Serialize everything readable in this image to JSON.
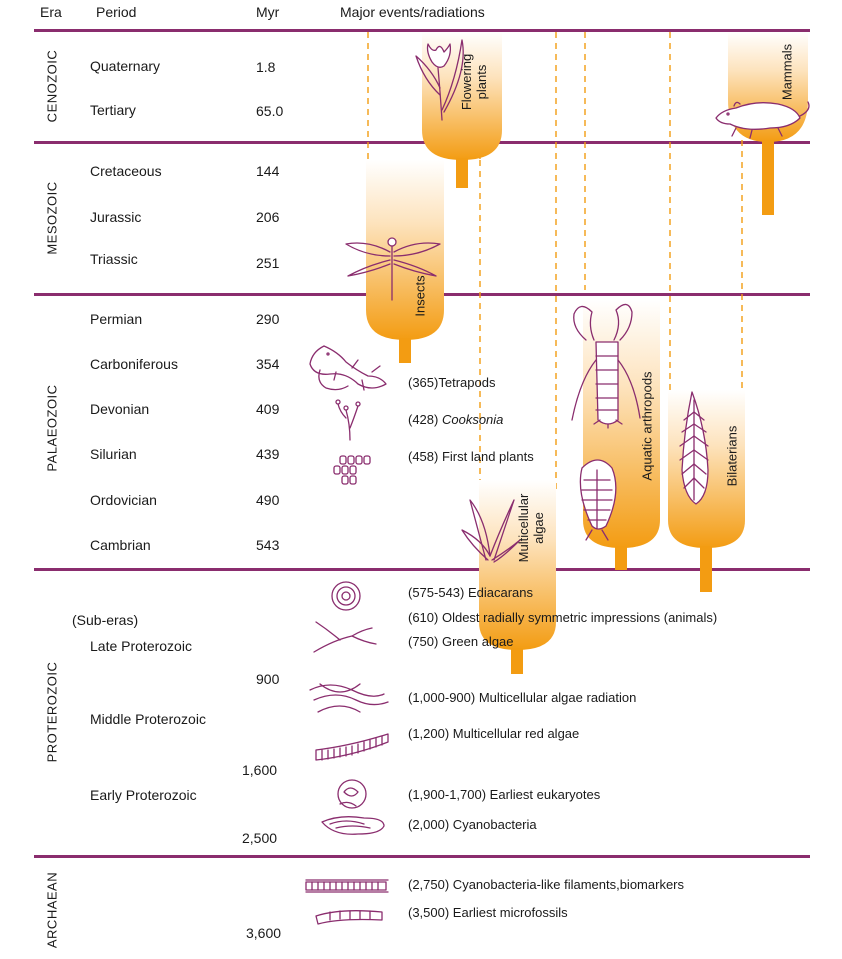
{
  "colors": {
    "rule": "#8a2d6e",
    "accent": "#f39c12",
    "accent_light": "#fde6c4",
    "line_art": "#8a2d6e"
  },
  "headers": {
    "era": "Era",
    "period": "Period",
    "myr": "Myr",
    "events": "Major events/radiations"
  },
  "eras": {
    "cenozoic": "CENOZOIC",
    "mesozoic": "MESOZOIC",
    "palaeozoic": "PALAEOZOIC",
    "proterozoic": "PROTEROZOIC",
    "archaean": "ARCHAEAN"
  },
  "periods": [
    {
      "name": "Quaternary",
      "myr": "1.8"
    },
    {
      "name": "Tertiary",
      "myr": "65.0"
    },
    {
      "name": "Cretaceous",
      "myr": "144"
    },
    {
      "name": "Jurassic",
      "myr": "206"
    },
    {
      "name": "Triassic",
      "myr": "251"
    },
    {
      "name": "Permian",
      "myr": "290"
    },
    {
      "name": "Carboniferous",
      "myr": "354"
    },
    {
      "name": "Devonian",
      "myr": "409"
    },
    {
      "name": "Silurian",
      "myr": "439"
    },
    {
      "name": "Ordovician",
      "myr": "490"
    },
    {
      "name": "Cambrian",
      "myr": "543"
    }
  ],
  "proterozoic": {
    "sub_eras": "(Sub-eras)",
    "late": "Late Proterozoic",
    "middle": "Middle Proterozoic",
    "early": "Early Proterozoic",
    "myr_900": "900",
    "myr_1600": "1,600",
    "myr_2500": "2,500"
  },
  "archaean": {
    "myr_3600": "3,600"
  },
  "radiations": {
    "flowering": [
      "Flowering",
      "plants"
    ],
    "mammals": "Mammals",
    "insects": "Insects",
    "aquatic": "Aquatic arthropods",
    "bilaterians": "Bilaterians",
    "multicellular": [
      "Multicellular",
      "algae"
    ]
  },
  "events": {
    "tetrapods": "(365)Tetrapods",
    "cooksonia_pre": "(428) ",
    "cooksonia": "Cooksonia",
    "first_land_plants": "(458) First land plants",
    "ediacarans": "(575-543) Ediacarans",
    "radial": "(610) Oldest radially symmetric impressions (animals)",
    "green_algae": "(750) Green algae",
    "multicellular_radiation": "(1,000-900) Multicellular algae radiation",
    "red_algae": "(1,200) Multicellular red algae",
    "eukaryotes": "(1,900-1,700) Earliest eukaryotes",
    "cyanobacteria": "(2,000) Cyanobacteria",
    "filaments": "(2,750) Cyanobacteria-like filaments,biomarkers",
    "microfossils": "(3,500) Earliest microfossils"
  }
}
